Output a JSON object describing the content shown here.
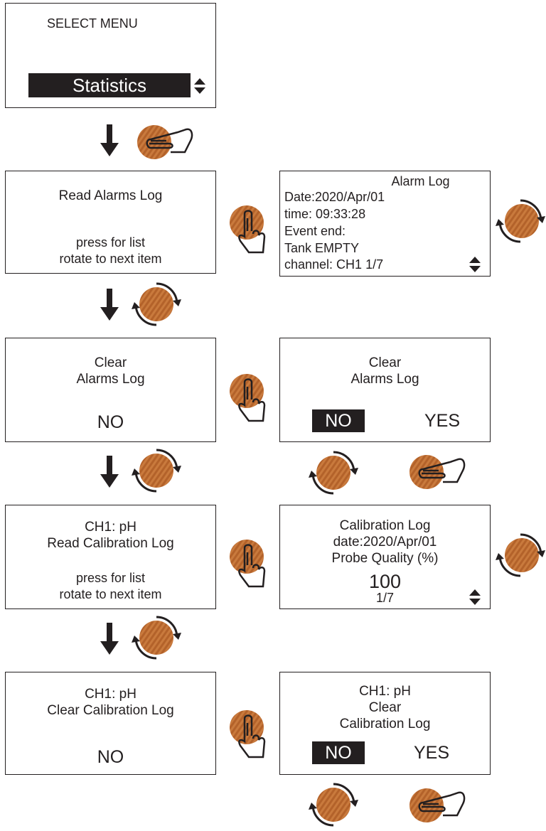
{
  "screen_select": {
    "title": "SELECT MENU",
    "value": "Statistics"
  },
  "screen_read_alarms": {
    "line1": "Read Alarms Log",
    "line2": "press for list",
    "line3": "rotate to next item"
  },
  "screen_alarm_log": {
    "title": "Alarm Log",
    "date": "Date:2020/Apr/01",
    "time": "time: 09:33:28",
    "event": "Event end:",
    "status": "Tank EMPTY",
    "channel": "channel: CH1 1/7"
  },
  "screen_clear_alarms": {
    "line1": "Clear",
    "line2": "Alarms Log",
    "value": "NO"
  },
  "screen_clear_alarms_confirm": {
    "line1": "Clear",
    "line2": "Alarms Log",
    "no": "NO",
    "yes": "YES"
  },
  "screen_read_cal": {
    "line1": "CH1: pH",
    "line2": "Read Calibration Log",
    "line3": "press for list",
    "line4": "rotate to next item"
  },
  "screen_cal_log": {
    "title": "Calibration Log",
    "date": "date:2020/Apr/01",
    "label": "Probe Quality (%)",
    "value": "100",
    "page": "1/7"
  },
  "screen_clear_cal": {
    "line1": "CH1: pH",
    "line2": "Clear Calibration Log",
    "value": "NO"
  },
  "screen_clear_cal_confirm": {
    "line1": "CH1: pH",
    "line2": "Clear",
    "line3": "Calibration Log",
    "no": "NO",
    "yes": "YES"
  },
  "icons": {
    "knob_color": "#c0703a",
    "actions": [
      "press-icon",
      "rotate-icon",
      "arrow-down-icon",
      "updown-icon"
    ]
  }
}
